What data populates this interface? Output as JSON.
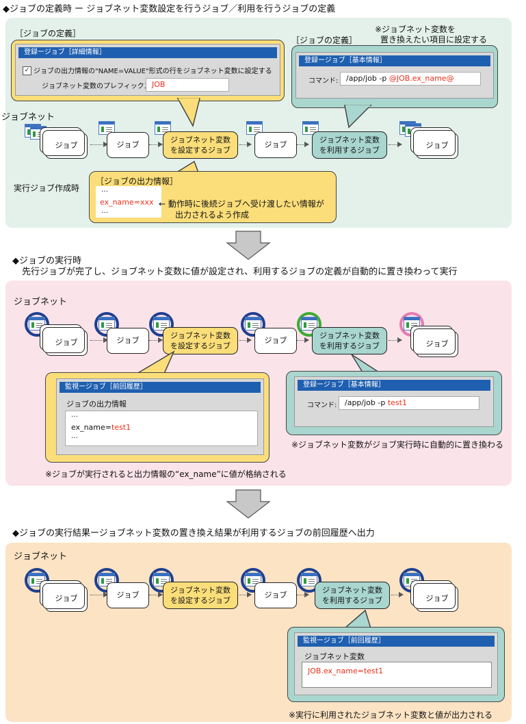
{
  "section1": {
    "header": "◆ジョブの定義時 ー ジョブネット変数設定を行うジョブ／利用を行うジョブの定義",
    "job_def_label_1": "［ジョブの定義］",
    "job_def_label_2": "［ジョブの定義］",
    "note_top": "※ジョブネット変数を",
    "note_top2": "置き換えたい項目に設定する",
    "detail_win_title": "登録ージョブ［詳細情報］",
    "checkbox_label": "ジョブの出力情報の\"NAME=VALUE\"形式の行をジョブネット変数に設定する",
    "prefix_label": "ジョブネット変数のプレフィックス",
    "prefix_value": "JOB",
    "basic_win_title": "登録ージョブ［基本情報］",
    "command_label": "コマンド:",
    "command_value": "/app/job -p ",
    "command_var": "@JOB.ex_name@",
    "jobnet_label": "ジョブネット",
    "exec_create_label": "実行ジョブ作成時",
    "output_info_label": "［ジョブの出力情報］",
    "dots1": "…",
    "ex_line": "ex_name=xxx",
    "dots2": "…",
    "arrow_note": "← 動作時に後続ジョブへ受け渡したい情報が",
    "arrow_note2": "出力されるよう作成"
  },
  "nodes": {
    "job": "ジョブ",
    "set_line1": "ジョブネット変数",
    "set_line2": "を設定するジョブ",
    "use_line1": "ジョブネット変数",
    "use_line2": "を利用するジョブ"
  },
  "section2": {
    "header": "◆ジョブの実行時",
    "sub": "先行ジョブが完了し、ジョブネット変数に値が設定され、利用するジョブの定義が自動的に置き換わって実行",
    "jobnet_label": "ジョブネット",
    "monitor_title": "監視ージョブ［前回履歴］",
    "output_info": "ジョブの出力情報",
    "dots1": "…",
    "ex_name_key": "ex_name=",
    "ex_name_val": "test1",
    "dots2": "…",
    "basic_title": "登録ージョブ［基本情報］",
    "command_label": "コマンド:",
    "command_value": "/app/job -p ",
    "command_var": "test1",
    "note_right": "※ジョブネット変数がジョブ実行時に自動的に置き換わる",
    "note_bottom": "※ジョブが実行されると出力情報の“ex_name”に値が格納される"
  },
  "section3": {
    "header": "◆ジョブの実行結果ージョブネット変数の置き換え結果が利用するジョブの前回履歴へ出力",
    "jobnet_label": "ジョブネット",
    "monitor_title": "監視ージョブ［前回履歴］",
    "var_label": "ジョブネット変数",
    "var_value": "JOB.ex_name=test1",
    "note_bottom": "※実行に利用されたジョブネット変数と値が出力される"
  },
  "colors": {
    "panel1": "#e3f1ea",
    "panel2": "#fbe3ea",
    "panel3": "#fbe3c4",
    "yellow": "#fbde7a",
    "teal": "#a9d6cf",
    "win_bar": "#1f5fb0",
    "red_text": "#e8301a",
    "ring_blue": "#1f3f8f",
    "ring_green": "#3bab2f",
    "ring_pink": "#e47bb0"
  }
}
